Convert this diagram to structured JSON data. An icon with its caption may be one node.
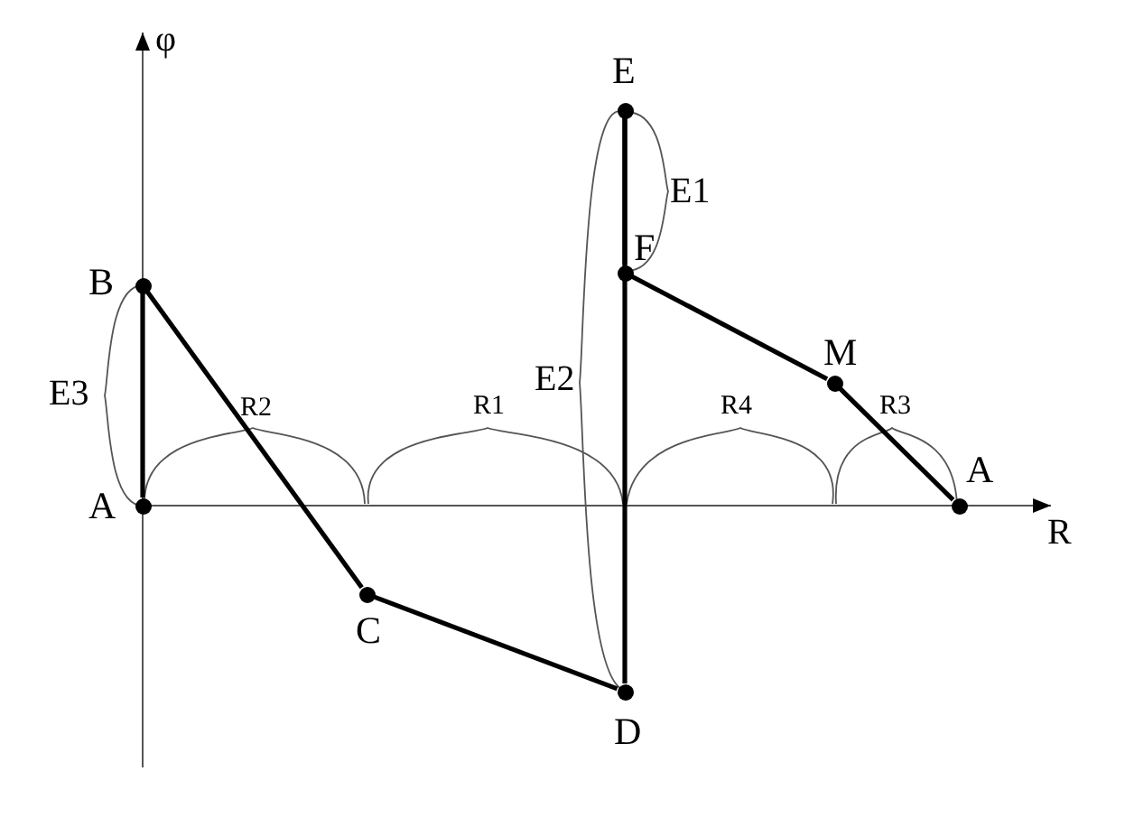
{
  "diagram": {
    "nodes": [
      {
        "text": [
          "A"
        ]
      },
      {
        "text": [
          "B"
        ]
      },
      {
        "text": [
          "C"
        ]
      },
      {
        "text": [
          "D"
        ]
      },
      {
        "text": [
          "E"
        ]
      },
      {
        "text": [
          "F"
        ]
      },
      {
        "text": [
          "M"
        ]
      },
      {
        "text": [
          "A"
        ]
      }
    ],
    "edges": [
      {
        "from": 0,
        "to": 1,
        "arrow": "none"
      },
      {
        "from": 1,
        "to": 2,
        "arrow": "none"
      },
      {
        "from": 2,
        "to": 3,
        "arrow": "none"
      },
      {
        "from": 3,
        "to": 4,
        "arrow": "none"
      },
      {
        "from": 4,
        "to": 5,
        "arrow": "none"
      },
      {
        "from": 5,
        "to": 6,
        "arrow": "none"
      },
      {
        "from": 6,
        "to": 7,
        "arrow": "none"
      }
    ],
    "labels": [
      "φ",
      "E1",
      "E3",
      "R2",
      "R1",
      "E2",
      "R4",
      "R3",
      "R"
    ]
  }
}
